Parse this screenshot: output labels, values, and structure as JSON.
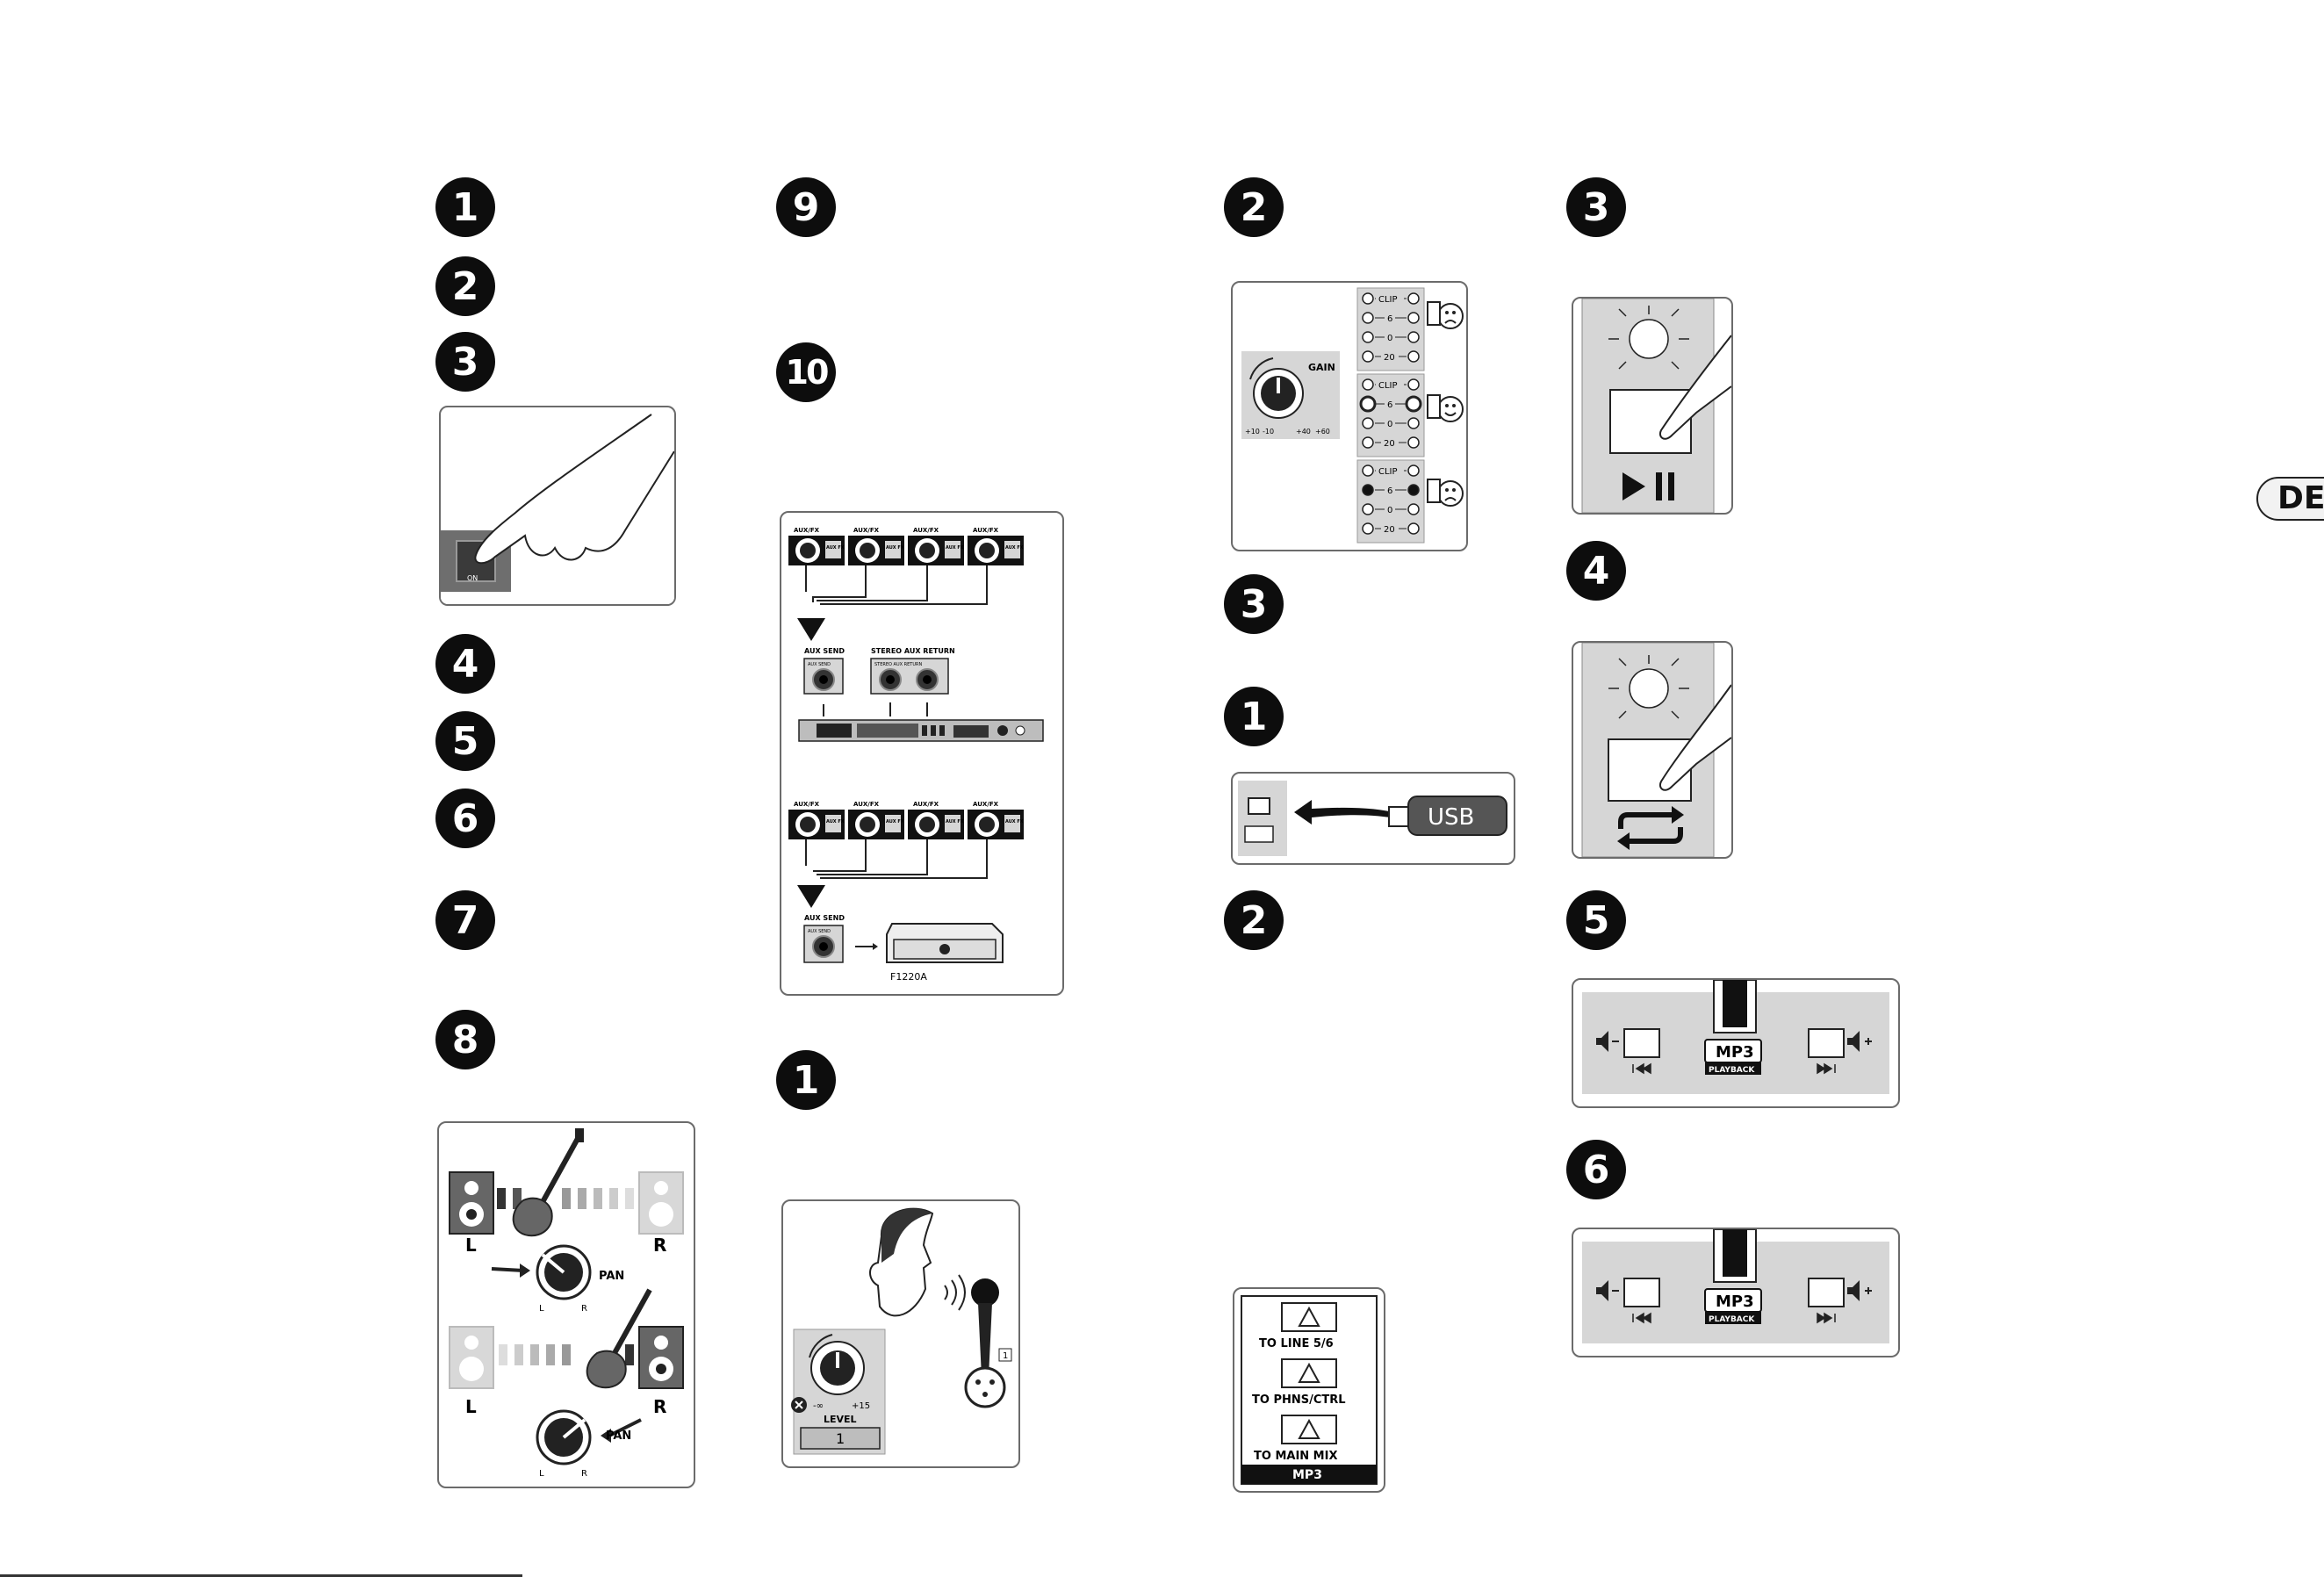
{
  "page": {
    "language_tab": "DE",
    "colors": {
      "ink": "#0d0d0d",
      "panel_border": "#6b6b6b",
      "panel_fill": "#d6d6d6",
      "dark_grey": "#555555"
    }
  },
  "col1": {
    "steps": [
      "1",
      "2",
      "3",
      "4",
      "5",
      "6",
      "7",
      "8"
    ],
    "power_switch": {
      "led_label": "ON"
    },
    "pan": {
      "left": "L",
      "right": "R",
      "knob_label": "PAN",
      "scale_left": "L",
      "scale_right": "R"
    }
  },
  "col2": {
    "steps": [
      "9",
      "10",
      "1"
    ],
    "aux": {
      "knob_label": "AUX/FX",
      "switch_label": "AUX FX",
      "aux_send": "AUX SEND",
      "aux_send_sub": "AUX SEND",
      "stereo_return": "STEREO AUX RETURN",
      "stereo_return_sub": "STEREO AUX RETURN",
      "monitor_model": "F1220A"
    },
    "level": {
      "min": "-∞",
      "max": "+15",
      "label": "LEVEL",
      "channel": "1",
      "mic_badge": "1"
    }
  },
  "col3": {
    "steps": [
      "2",
      "3",
      "1",
      "2"
    ],
    "gain": {
      "label": "GAIN",
      "scale": [
        "+10",
        "-10",
        "+40",
        "+60"
      ],
      "meter": [
        "CLIP",
        "6",
        "0",
        "20"
      ]
    },
    "usb": {
      "label": "USB"
    },
    "routing": {
      "buttons": [
        "TO LINE 5/6",
        "TO PHNS/CTRL",
        "TO MAIN MIX"
      ],
      "footer": "MP3"
    }
  },
  "col4": {
    "steps": [
      "3",
      "4",
      "5",
      "6"
    ],
    "player": {
      "logo": "MP3",
      "logo_sub": "PLAYBACK"
    }
  }
}
